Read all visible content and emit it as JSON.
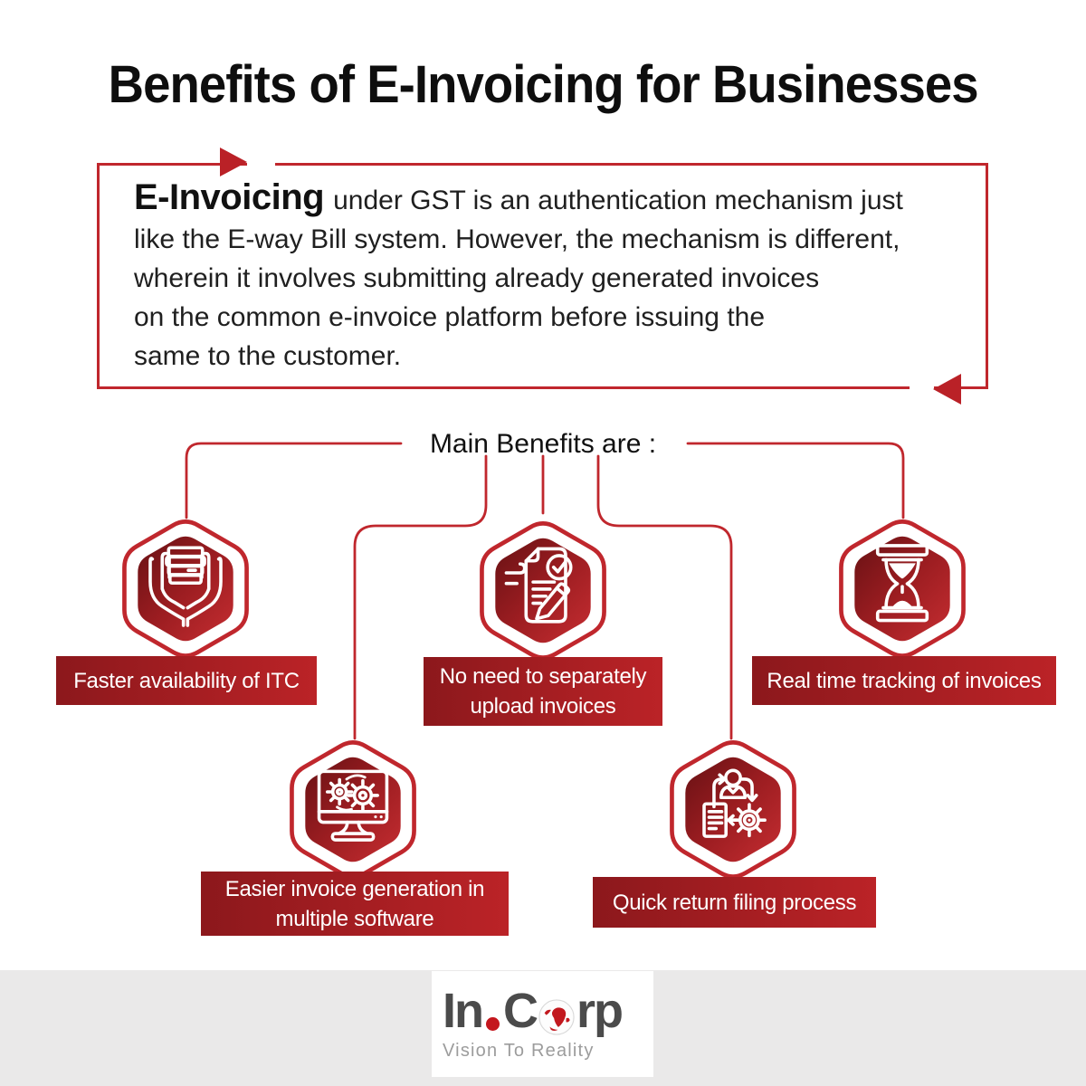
{
  "title": "Benefits of E-Invoicing for Businesses",
  "intro": {
    "lead": "E-Invoicing",
    "lines": [
      "under GST is an authentication mechanism just",
      "like the E-way Bill system. However, the mechanism is different,",
      "wherein it involves submitting already generated invoices",
      "on the common e-invoice platform before issuing the",
      "same to the customer."
    ]
  },
  "benefits_heading": "Main Benefits are :",
  "benefits": [
    {
      "label": "Faster availability of ITC",
      "icon": "hands-holding-coins-icon"
    },
    {
      "label": "No need to separately\nupload invoices",
      "icon": "invoice-checkmark-icon"
    },
    {
      "label": "Real time tracking of invoices",
      "icon": "hourglass-icon"
    },
    {
      "label": "Easier invoice generation in\nmultiple software",
      "icon": "monitor-gears-icon"
    },
    {
      "label": "Quick return filing process",
      "icon": "person-process-cycle-icon"
    }
  ],
  "footer": {
    "brand_part1": "In",
    "brand_part2": "C",
    "brand_part3": "rp",
    "tagline": "Vision To Reality"
  },
  "colors": {
    "accent_red": "#c0272d",
    "hexagon_dark": "#671114",
    "hexagon_light": "#c52d31",
    "bar_dark": "#8c181c",
    "bar_light": "#bb2327",
    "footer_bg": "#eae9e9",
    "brand_gray": "#4b4b4b",
    "brand_dot_red": "#c4161d"
  }
}
